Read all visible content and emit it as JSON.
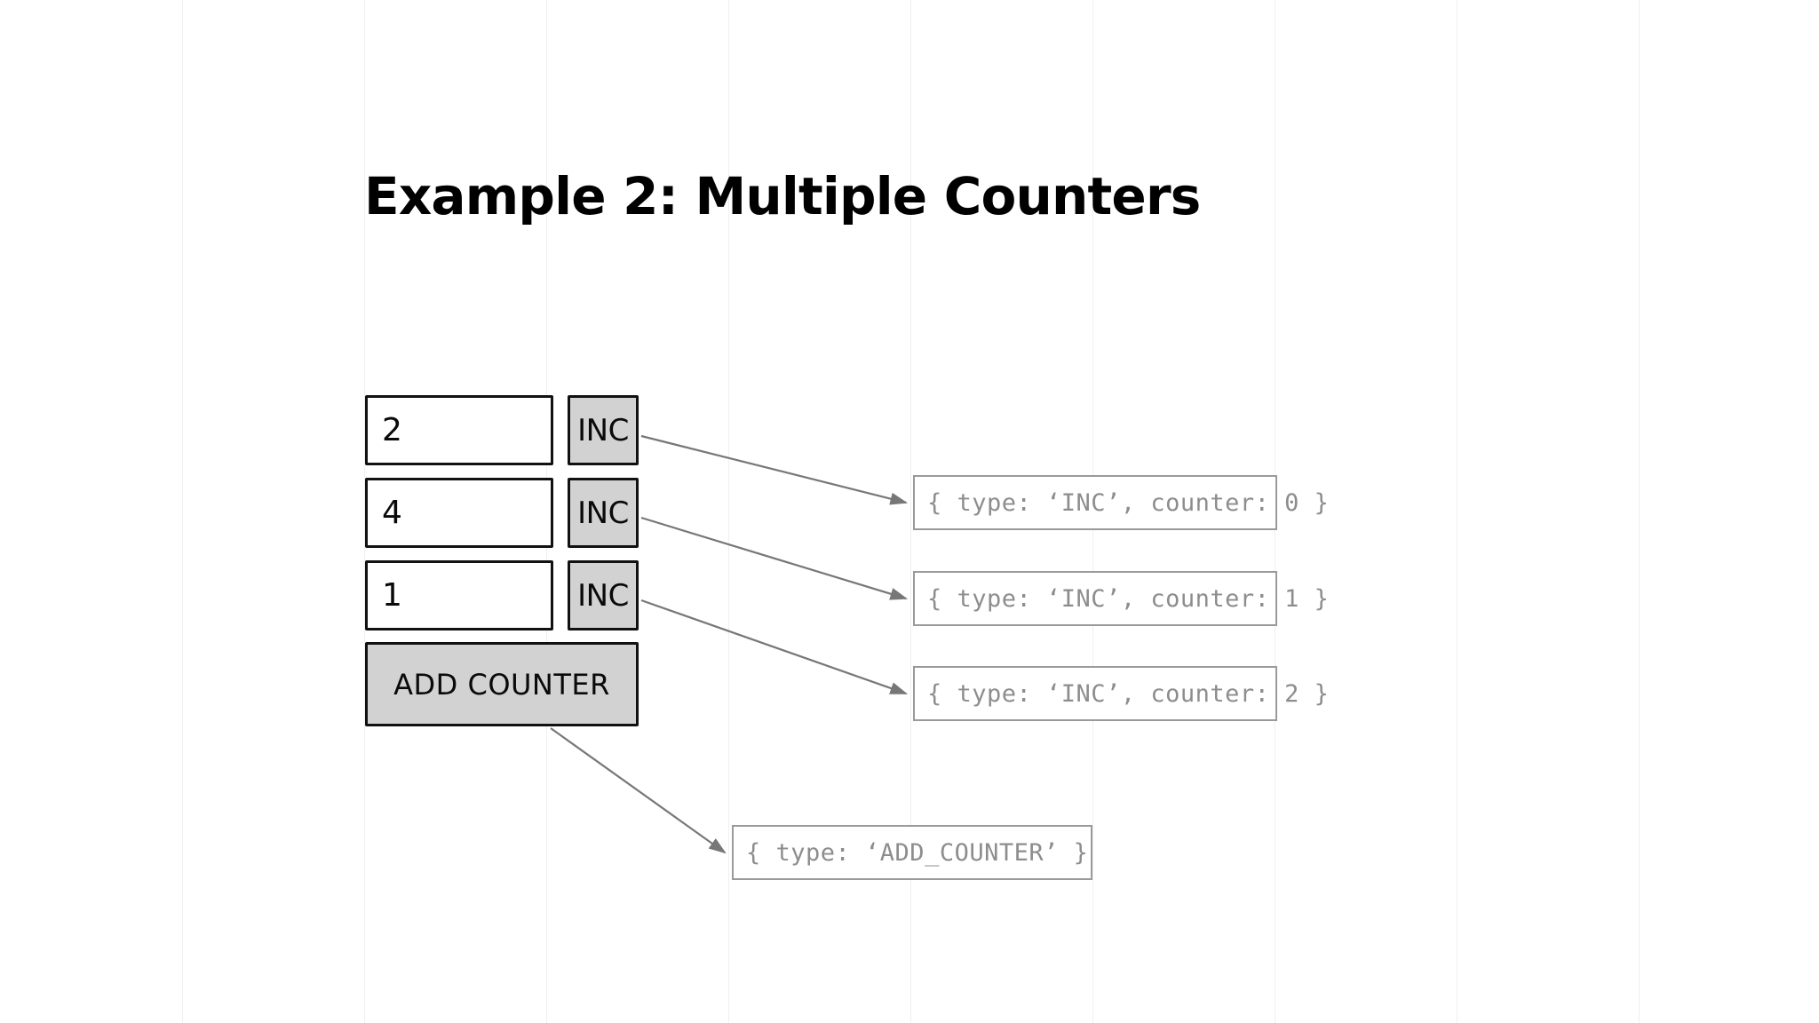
{
  "page": {
    "title": "Example 2: Multiple Counters",
    "background_color": "#ffffff",
    "gridline_color": "#f0f0f1",
    "ink_color": "#111111",
    "button_fill": "#d2d2d2",
    "action_text_color": "#8d8d8d",
    "action_border_color": "#9a9a9a",
    "arrow_color": "#777777"
  },
  "counters": [
    {
      "value": "2",
      "increment_label": "INC"
    },
    {
      "value": "4",
      "increment_label": "INC"
    },
    {
      "value": "1",
      "increment_label": "INC"
    }
  ],
  "add_counter": {
    "label": "ADD COUNTER"
  },
  "actions": [
    {
      "text": "{ type: ‘INC’, counter: 0 }"
    },
    {
      "text": "{ type: ‘INC’, counter: 1 }"
    },
    {
      "text": "{ type: ‘INC’, counter: 2 }"
    },
    {
      "text": "{ type: ‘ADD_COUNTER’ }"
    }
  ],
  "gridlines_x": [
    205,
    410,
    615,
    820,
    1025,
    1230,
    1435,
    1640,
    1845,
    2048
  ]
}
